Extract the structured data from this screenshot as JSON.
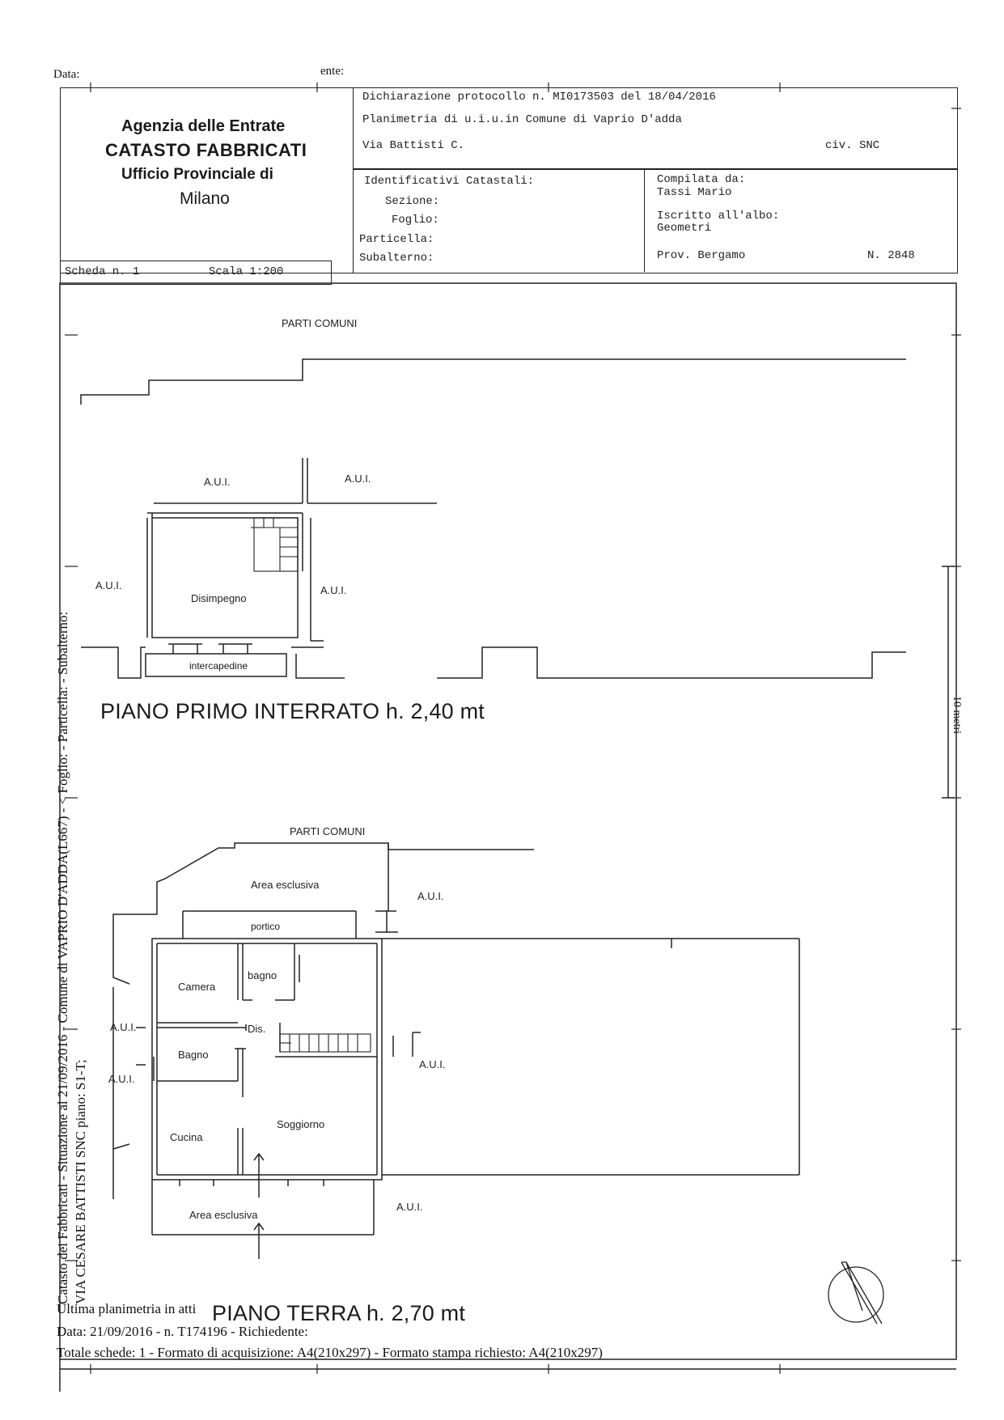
{
  "header": {
    "date_label": "Data:",
    "requester_label": "ente:",
    "agency": "Agenzia delle Entrate",
    "catasto": "CATASTO FABBRICATI",
    "office": "Ufficio Provinciale di",
    "city": "Milano",
    "scheda": "Scheda n. 1",
    "scala": "Scala 1:200",
    "dichiarazione": "Dichiarazione protocollo n. MI0173503 del 18/04/2016",
    "planimetria": "Planimetria di u.i.u.in Comune di Vaprio D'adda",
    "via": "Via Battisti C.",
    "civ": "civ. SNC",
    "identificativi": "Identificativi Catastali:",
    "sezione": "Sezione:",
    "foglio": "Foglio:",
    "particella": "Particella:",
    "subalterno": "Subalterno:",
    "compilata": "Compilata da:",
    "compilatore": "Tassi Mario",
    "iscritto": "Iscritto all'albo:",
    "albo": "Geometri",
    "prov": "Prov. Bergamo",
    "numero": "N. 2848"
  },
  "basement": {
    "parti_comuni": "PARTI COMUNI",
    "aui": "A.U.I.",
    "disimpegno": "Disimpegno",
    "intercapedine": "intercapedine",
    "title": "PIANO PRIMO INTERRATO h. 2,40 mt"
  },
  "ground": {
    "parti_comuni": "PARTI COMUNI",
    "area_esclusiva": "Area esclusiva",
    "aui": "A.U.I.",
    "portico": "portico",
    "camera": "Camera",
    "bagno_small": "bagno",
    "dis": "Dis.",
    "bagno": "Bagno",
    "cucina": "Cucina",
    "soggiorno": "Soggiorno",
    "title": "PIANO TERRA h. 2,70 mt"
  },
  "scale_bar": "10 metri",
  "side_stamp_1": "Catasto dei Fabbricati - Situazione al 21/09/2016 - Comune di VAPRIO D'ADDA(L667) - < Foglio: - Particella: - Subalterno:",
  "side_stamp_2": "VIA CESARE BATTISTI SNC piano: S1-T;",
  "footer": {
    "line1": "Ultima planimetria in atti",
    "line2": "Data: 21/09/2016 - n. T174196 - Richiedente:",
    "line3": "Totale schede: 1 - Formato di acquisizione: A4(210x297) - Formato stampa richiesto: A4(210x297)"
  }
}
